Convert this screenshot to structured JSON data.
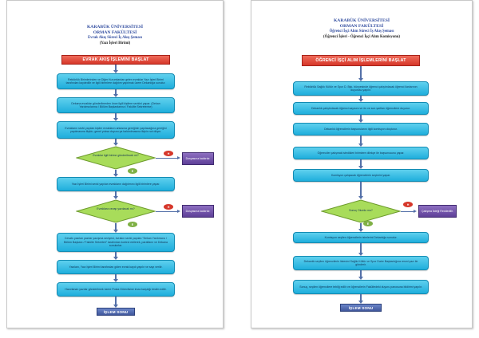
{
  "left": {
    "header": {
      "university": "KARABÜK ÜNİVERSİTESİ",
      "faculty": "ORMAN FAKÜLTESİ",
      "process": "Evrak Akış Süreci İş Akış Şeması",
      "unit": "(Yazı İşleri Birimi)"
    },
    "start": "EVRAK AKIŞ İŞLEMİNİ BAŞLAT",
    "steps": [
      "Rektörlük Birimlerinden ve Diğer Kurumlardan gelen evraklar Yazı İşleri Birimi tarafından kaydedilir ve ilgili birimlere dağıtım yapılmak üzere Dekanlığa sunulur.",
      "Dekana evraklar gönderilmeden önce ilgili kişilere sevkini yapar. (Dekan Yardımcılarına / Bölüm Başkanlarına / Fakülte Sekreterine)",
      "Evrakların sevki yapılan kişiler evrakların arkasına gereğinin yapılacağına gereğini yapılmasına ilişkin, genel yoksa duyuru ya kaldırılmasına ilişkin not düşer."
    ],
    "decision1": "Evraklar ilgili birime gönderilecek mi?",
    "note1": "Dosyasına kaldırılır.",
    "step4": "Yazı İşleri Birimi sevki yapılan evrakların dağıtımını ilgili birimlere yapar.",
    "decision2": "Evraklara cevap yazılacak mı?",
    "note2": "Dosyasına kaldırılır.",
    "steps2": [
      "Cevabı yazılan yazılar yazışma seviyesi, evrakın sevki yapılan \"Dekan Yardımcısı / Bölüm Başkanı / Fakülte Sekreteri\" tarafından kontrol edilerek, paraflanır ve Dekana sunulurlar.",
      "Yazılanı, Yazı İşleri Birimi tarafından giden evrak kaydı yapılır ve sayı verilir.",
      "Hazırlanan yazılar gönderilmek üzere Posta Görevlisine imza karşılığı teslim edilir."
    ],
    "end": "İŞLEM SONU",
    "badges": {
      "no": "H",
      "yes": "E"
    }
  },
  "right": {
    "header": {
      "university": "KARABÜK ÜNİVERSİTESİ",
      "faculty": "ORMAN FAKÜLTESİ",
      "process": "Öğrenci İşçi Alım Süreci İş Akış Şeması",
      "unit": "(Öğrenci İşleri - Öğrenci İşçi Alım Komisyonu)"
    },
    "start": "ÖĞRENCİ İŞÇİ ALIM İŞLEMLERİNİ BAŞLAT",
    "steps": [
      "Rektörlük Sağlık Kültür ve Spor D. Bşk. bünyesinde öğrenci çalıştırılacak öğrenci ilanlarının duyurusu yapılır.",
      "Dekanlık çalıştırılacak öğrenci sayısını ve ön ve son şartları öğrencilere duyurur.",
      "Dekanlık öğrencilerin başvurularını ilgili komisyon oluşturur.",
      "Öğrenciler çalışmak istedikleri birimlere dilekçe ile başvurusunu yapar.",
      "Komisyon çalışacak öğrencilerin seçimini yapar."
    ],
    "decision": "Sonuç Olumlu mu?",
    "note": "Çalışma İsteği Reddedilir.",
    "steps2": [
      "Komisyon seçilen öğrencilerin isimlerini Dekanlığa sunulur.",
      "Dekanlık seçilen öğrencilerin listesini Sağlık Kültür ve Spor Daire Başkanlığına resmi yazı ile gönderir.",
      "Sonuç, seçilen öğrencilere tebliğ edilir ve öğrencilerin Fakültedeki duyuru panosuna bildirimi yapılır."
    ],
    "end": "İŞLEM SONU",
    "badges": {
      "no": "H",
      "yes": "E"
    }
  }
}
